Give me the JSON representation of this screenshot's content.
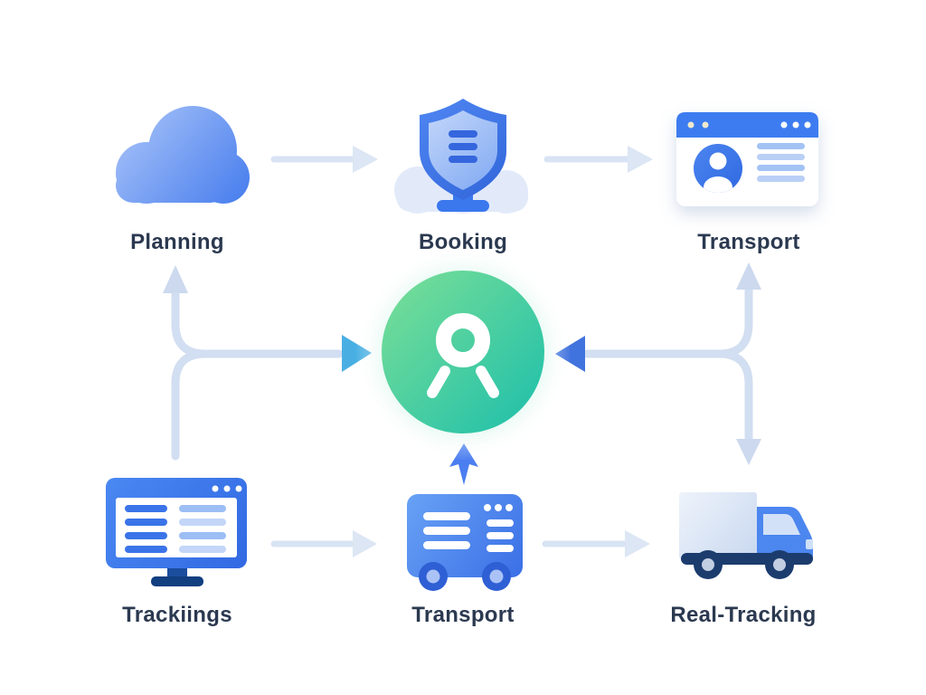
{
  "diagram": {
    "type": "workflow",
    "background": "#ffffff",
    "nodes": {
      "planning": {
        "label": "Planning",
        "icon": "cloud-icon"
      },
      "booking": {
        "label": "Booking",
        "icon": "shield-checklist-icon"
      },
      "transport_top": {
        "label": "Transport",
        "icon": "browser-profile-card-icon"
      },
      "trackings": {
        "label": "Trackiings",
        "icon": "monitor-report-icon"
      },
      "transport_bottom": {
        "label": "Transport",
        "icon": "delivery-van-icon"
      },
      "real_tracking": {
        "label": "Real-Tracking",
        "icon": "box-truck-icon"
      }
    },
    "center": {
      "icon": "hub-search-person-icon",
      "shape": "green-gradient-circle"
    },
    "connections": [
      {
        "from": "planning",
        "to": "booking",
        "style": "straight-light-arrow"
      },
      {
        "from": "booking",
        "to": "transport_top",
        "style": "straight-light-arrow"
      },
      {
        "from": "trackings",
        "to": "transport_bottom",
        "style": "straight-light-arrow"
      },
      {
        "from": "transport_bottom",
        "to": "real_tracking",
        "style": "straight-light-arrow"
      },
      {
        "from": "trackings",
        "to": "planning",
        "style": "curved-light-arrow-up"
      },
      {
        "from": "trackings",
        "to": "hub",
        "style": "curved-line-cyan-arrowhead"
      },
      {
        "from": "transport_top",
        "to": "hub",
        "style": "curved-line-royal-arrowhead"
      },
      {
        "from": "hub",
        "to": "real_tracking",
        "style": "curved-light-arrow-down"
      },
      {
        "from": "transport_bottom",
        "to": "hub",
        "style": "solid-blue-up-arrow"
      }
    ],
    "colors": {
      "node_blue": "#4b80ee",
      "dark_navy": "#1c3c6e",
      "light_connector": "#d2def1",
      "light_arrowhead": "#ccd9ee",
      "cyan_arrowhead": "#49afe3",
      "royal_arrowhead": "#4173de",
      "solid_blue_arrow": "#4b7ef0",
      "hub_green_start": "#76dd97",
      "hub_green_end": "#1fc0ab",
      "label_text": "#2b3950"
    }
  }
}
